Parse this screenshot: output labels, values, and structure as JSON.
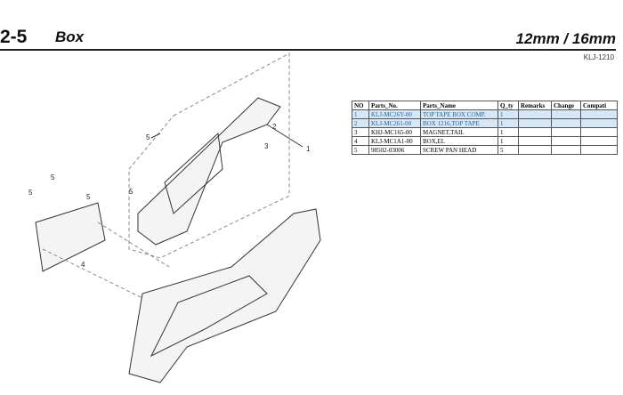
{
  "header": {
    "section": "2-5",
    "title": "Box",
    "size": "12mm / 16mm",
    "model": "KLJ-1210"
  },
  "table": {
    "columns": [
      "NO",
      "Parts_No.",
      "Parts_Name",
      "Q_ty",
      "Remarks",
      "Change",
      "Compati"
    ],
    "rows": [
      {
        "no": "1",
        "part_no": "KLJ-MC26Y-00",
        "name": "TOP TAPE BOX COMP.",
        "qty": "1",
        "highlighted": true
      },
      {
        "no": "2",
        "part_no": "KLJ-MC261-00",
        "name": "BOX 1216,TOP TAPE",
        "qty": "1",
        "highlighted": true
      },
      {
        "no": "3",
        "part_no": "KHJ-MC165-00",
        "name": "MAGNET,TAIL",
        "qty": "1",
        "highlighted": false
      },
      {
        "no": "4",
        "part_no": "KLJ-MC1A1-00",
        "name": "BOX,EL",
        "qty": "1",
        "highlighted": false
      },
      {
        "no": "5",
        "part_no": "98502-03006",
        "name": "SCREW PAN HEAD",
        "qty": "5",
        "highlighted": false
      }
    ]
  },
  "callouts": [
    "5",
    "2",
    "3",
    "1",
    "5",
    "5",
    "5",
    "5",
    "4"
  ]
}
